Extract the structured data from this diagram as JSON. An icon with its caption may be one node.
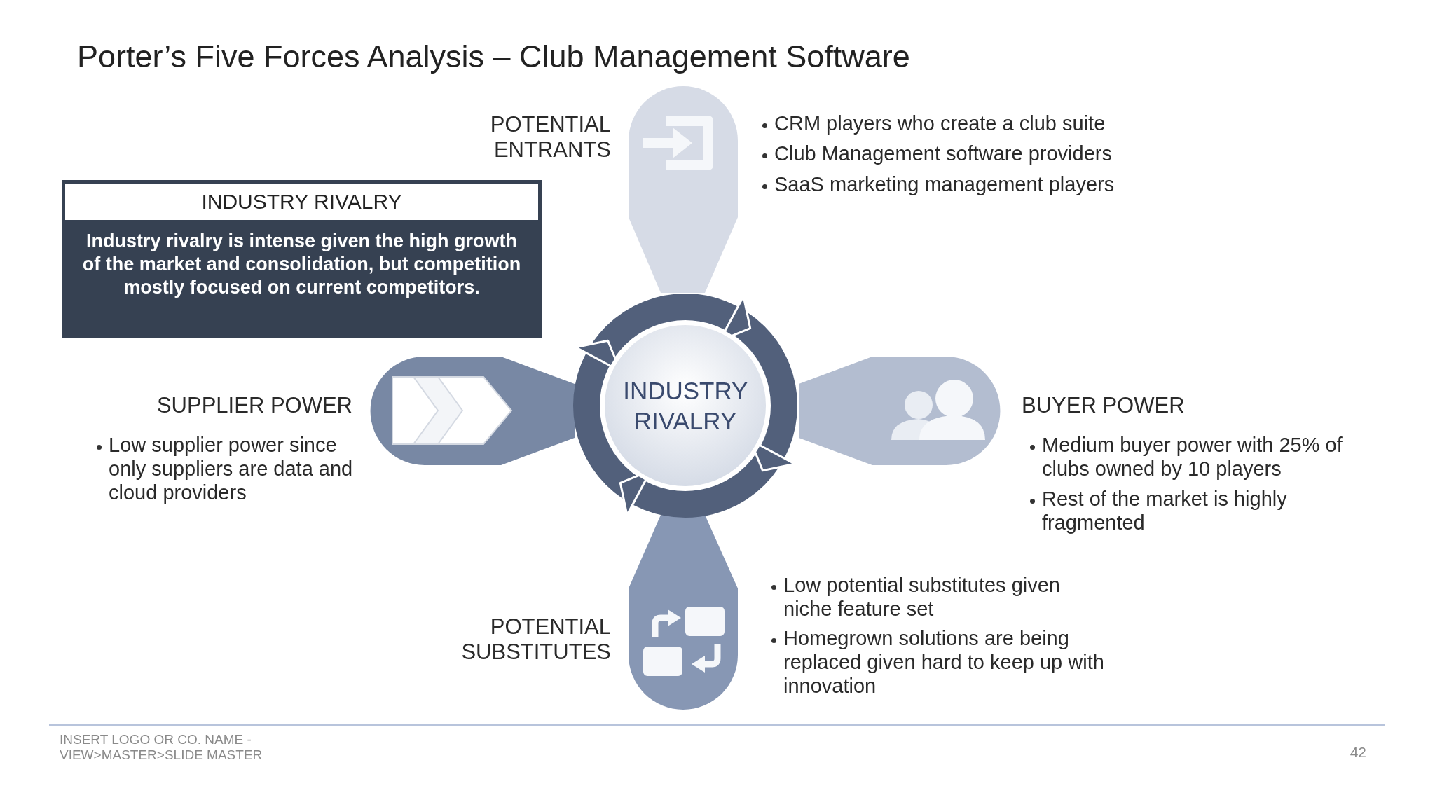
{
  "diagram": {
    "title": "Porter’s Five Forces Analysis – Club Management Software",
    "nodes": [
      {
        "text": [
          "INDUSTRY RIVALRY",
          "Industry rivalry is intense given the high growth of the market and consolidation, but competition mostly focused on current competitors."
        ]
      },
      {
        "text": [
          "INDUSTRY RIVALRY"
        ]
      }
    ],
    "labels": [
      "POTENTIAL ENTRANTS",
      "CRM players who create a club suite",
      "Club Management software providers",
      "SaaS marketing management players",
      "SUPPLIER POWER",
      "Low supplier power since only suppliers are data and cloud  providers",
      "BUYER POWER",
      "Medium buyer power with 25% of clubs owned by 10 players",
      "Rest of the market is highly fragmented",
      "POTENTIAL SUBSTITUTES",
      "Low potential substitutes given niche feature set",
      "Homegrown solutions are being replaced given hard to keep up with innovation",
      "INSERT LOGO OR CO. NAME - VIEW>MASTER>SLIDE MASTER",
      "42"
    ]
  }
}
